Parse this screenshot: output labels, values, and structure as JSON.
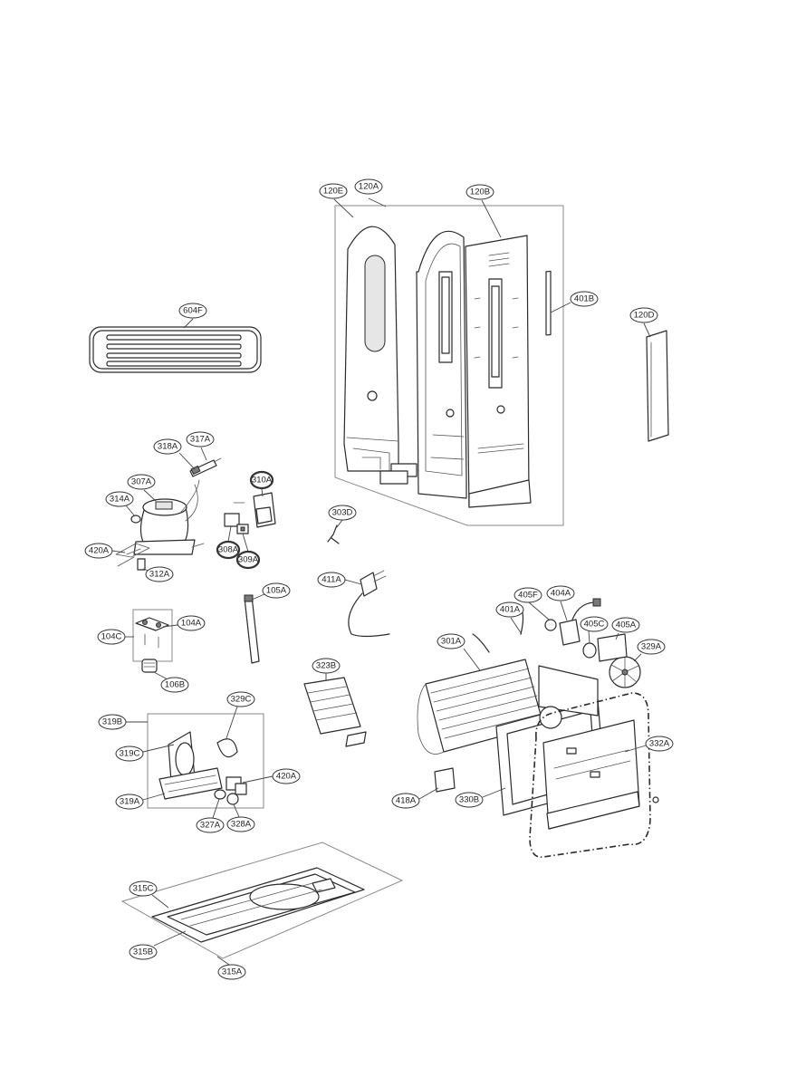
{
  "labels": [
    {
      "id": "120E",
      "text": "120E"
    },
    {
      "id": "120A",
      "text": "120A"
    },
    {
      "id": "120B",
      "text": "120B"
    },
    {
      "id": "401B",
      "text": "401B"
    },
    {
      "id": "120D",
      "text": "120D"
    },
    {
      "id": "604F",
      "text": "604F"
    },
    {
      "id": "318A",
      "text": "318A"
    },
    {
      "id": "317A",
      "text": "317A"
    },
    {
      "id": "307A",
      "text": "307A"
    },
    {
      "id": "314A",
      "text": "314A"
    },
    {
      "id": "310A",
      "text": "310A"
    },
    {
      "id": "420A_top",
      "text": "420A"
    },
    {
      "id": "308A",
      "text": "308A"
    },
    {
      "id": "309A",
      "text": "309A"
    },
    {
      "id": "312A",
      "text": "312A"
    },
    {
      "id": "303D",
      "text": "303D"
    },
    {
      "id": "411A",
      "text": "411A"
    },
    {
      "id": "105A",
      "text": "105A"
    },
    {
      "id": "104C",
      "text": "104C"
    },
    {
      "id": "104A",
      "text": "104A"
    },
    {
      "id": "106B",
      "text": "106B"
    },
    {
      "id": "405F",
      "text": "405F"
    },
    {
      "id": "404A",
      "text": "404A"
    },
    {
      "id": "401A",
      "text": "401A"
    },
    {
      "id": "405C",
      "text": "405C"
    },
    {
      "id": "405A",
      "text": "405A"
    },
    {
      "id": "301A",
      "text": "301A"
    },
    {
      "id": "329A",
      "text": "329A"
    },
    {
      "id": "323B",
      "text": "323B"
    },
    {
      "id": "329C",
      "text": "329C"
    },
    {
      "id": "319B",
      "text": "319B"
    },
    {
      "id": "319C",
      "text": "319C"
    },
    {
      "id": "420A_bottom",
      "text": "420A"
    },
    {
      "id": "319A",
      "text": "319A"
    },
    {
      "id": "327A",
      "text": "327A"
    },
    {
      "id": "328A",
      "text": "328A"
    },
    {
      "id": "332A",
      "text": "332A"
    },
    {
      "id": "418A",
      "text": "418A"
    },
    {
      "id": "330B",
      "text": "330B"
    },
    {
      "id": "315C",
      "text": "315C"
    },
    {
      "id": "315B",
      "text": "315B"
    },
    {
      "id": "315A",
      "text": "315A"
    }
  ]
}
